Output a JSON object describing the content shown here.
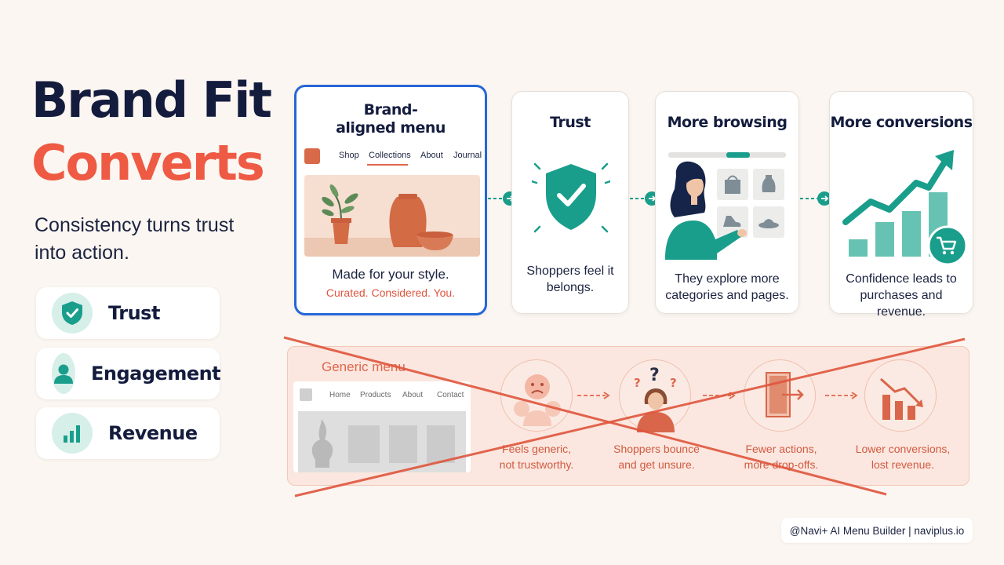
{
  "title": {
    "line1": "Brand Fit",
    "line2": "Converts"
  },
  "subtitle": "Consistency turns trust into action.",
  "pillars": [
    {
      "label": "Trust",
      "icon": "shield-check-icon"
    },
    {
      "label": "Engagement",
      "icon": "person-icon"
    },
    {
      "label": "Revenue",
      "icon": "bar-chart-icon"
    }
  ],
  "brand_card": {
    "title": "Brand-aligned menu",
    "nav": [
      "Shop",
      "Collections",
      "About",
      "Journal"
    ],
    "tagline": "Made for your style.",
    "tagline_accent": "Curated. Considered. You."
  },
  "flow_cards": [
    {
      "title": "Trust",
      "text": "Shoppers feel it belongs."
    },
    {
      "title": "More browsing",
      "text": "They explore more categories and pages."
    },
    {
      "title": "More conversions",
      "text": "Confidence leads to purchases and revenue."
    }
  ],
  "generic": {
    "title": "Generic menu",
    "nav": [
      "Home",
      "Products",
      "About",
      "Contact"
    ],
    "steps": [
      {
        "text": "Feels generic, not trustworthy."
      },
      {
        "text": "Shoppers bounce and get unsure."
      },
      {
        "text": "Fewer actions, more drop-offs."
      },
      {
        "text": "Lower conversions, lost revenue."
      }
    ]
  },
  "footer": "@Navi+ AI Menu Builder | naviplus.io",
  "colors": {
    "navy": "#141c3e",
    "coral": "#ee5a43",
    "teal": "#1a9e8c",
    "brand_blue": "#2566d8",
    "background": "#fbf6f1"
  }
}
